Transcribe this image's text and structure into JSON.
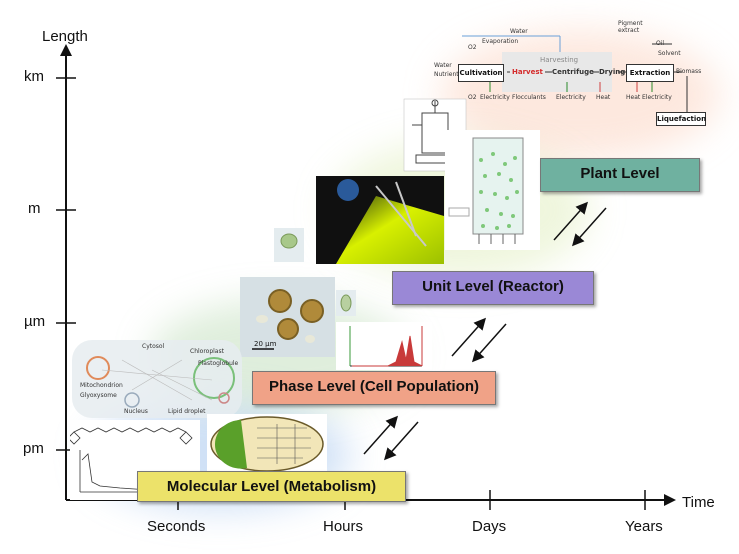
{
  "axes": {
    "y_title": "Length",
    "x_title": "Time",
    "y_ticks": [
      "km",
      "m",
      "µm",
      "pm"
    ],
    "x_ticks": [
      "Seconds",
      "Hours",
      "Days",
      "Years"
    ]
  },
  "levels": {
    "plant": "Plant Level",
    "unit": "Unit Level (Reactor)",
    "phase": "Phase Level (Cell Population)",
    "molecular": "Molecular Level (Metabolism)"
  },
  "colors": {
    "plant": "#6fb1a0",
    "unit": "#9a88d6",
    "phase": "#f0a287",
    "molecular": "#ece26a"
  },
  "process_flow": {
    "water_top": "Water",
    "evaporation": "Evaporation",
    "o2_in": "O2",
    "water_in": "Water",
    "nutrients": "Nutrients",
    "cultivation": "Cultivation",
    "harvesting_label": "Harvesting",
    "harvest": "Harvest",
    "centrifuge": "Centrifuge",
    "drying": "Drying",
    "extraction": "Extraction",
    "pigment_extract": "Pigment extract",
    "oil": "Oil",
    "solvent": "Solvent",
    "biomass": "Biomass",
    "o2_out": "O2",
    "electricity_1": "Electricity",
    "flocculants": "Flocculants",
    "electricity_2": "Electricity",
    "heat_1": "Heat",
    "heat_2": "Heat",
    "electricity_3": "Electricity",
    "liquefaction": "Liquefaction"
  },
  "micrograph": {
    "scale_label": "20 µm"
  },
  "cell_diagram": {
    "cytosol": "Cytosol",
    "mitochondrion": "Mitochondrion",
    "chloroplast": "Chloroplast",
    "plastoglobule": "Plastoglobule",
    "nucleus": "Nucleus",
    "lipid_droplet": "Lipid droplet",
    "glyoxysome": "Glyoxysome"
  }
}
